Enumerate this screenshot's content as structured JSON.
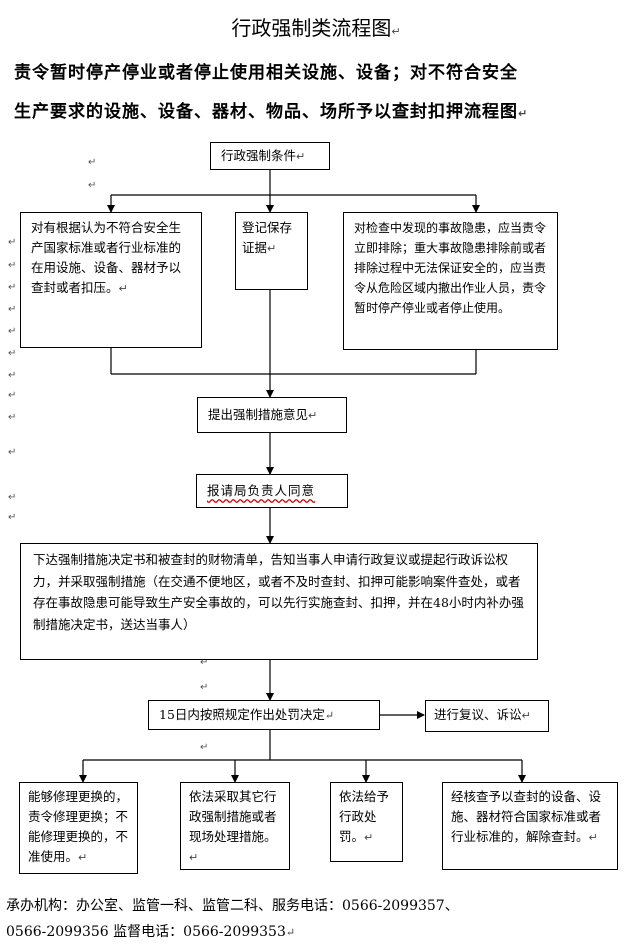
{
  "title": "行政强制类流程图",
  "subtitle_line1": "责令暂时停产停业或者停止使用相关设施、设备；对不符合安全",
  "subtitle_line2": "生产要求的设施、设备、器材、物品、场所予以查封扣押流程图",
  "nodes": {
    "start": "行政强制条件",
    "left_condition": "对有根据认为不符合安全生产国家标准或者行业标准的在用设施、设备、器材予以查封或者扣压。",
    "middle_condition": "登记保存证据",
    "right_condition": "对检查中发现的事故隐患，应当责令立即排除；重大事故隐患排除前或者排除过程中无法保证安全的，应当责令从危险区域内撤出作业人员，责令暂时停产停业或者停止使用。",
    "propose": "提出强制措施意见",
    "approve": "报请局负责人同意",
    "issue": "下达强制措施决定书和被查封的财物清单，告知当事人申请行政复议或提起行政诉讼权力，并采取强制措施（在交通不便地区，或者不及时查封、扣押可能影响案件查处，或者存在事故隐患可能导致生产安全事故的，可以先行实施查封、扣押，并在48小时内补办强制措施决定书，送达当事人）",
    "decision": "15日内按照规定作出处罚决定",
    "review": "进行复议、诉讼",
    "outcome_1": "能够修理更换的，责令修理更换；不能修理更换的，不准使用。",
    "outcome_2": "依法采取其它行政强制措施或者现场处理措施。",
    "outcome_3": "依法给予行政处罚。",
    "outcome_4": "经核查予以查封的设备、设施、器材符合国家标准或者行业标准的，解除查封。"
  },
  "footer": {
    "line1": "承办机构：办公室、监管一科、监管二科、服务电话：0566-2099357、",
    "line2": "0566-2099356 监督电话：0566-2099353"
  },
  "paragraph_mark": "↵"
}
